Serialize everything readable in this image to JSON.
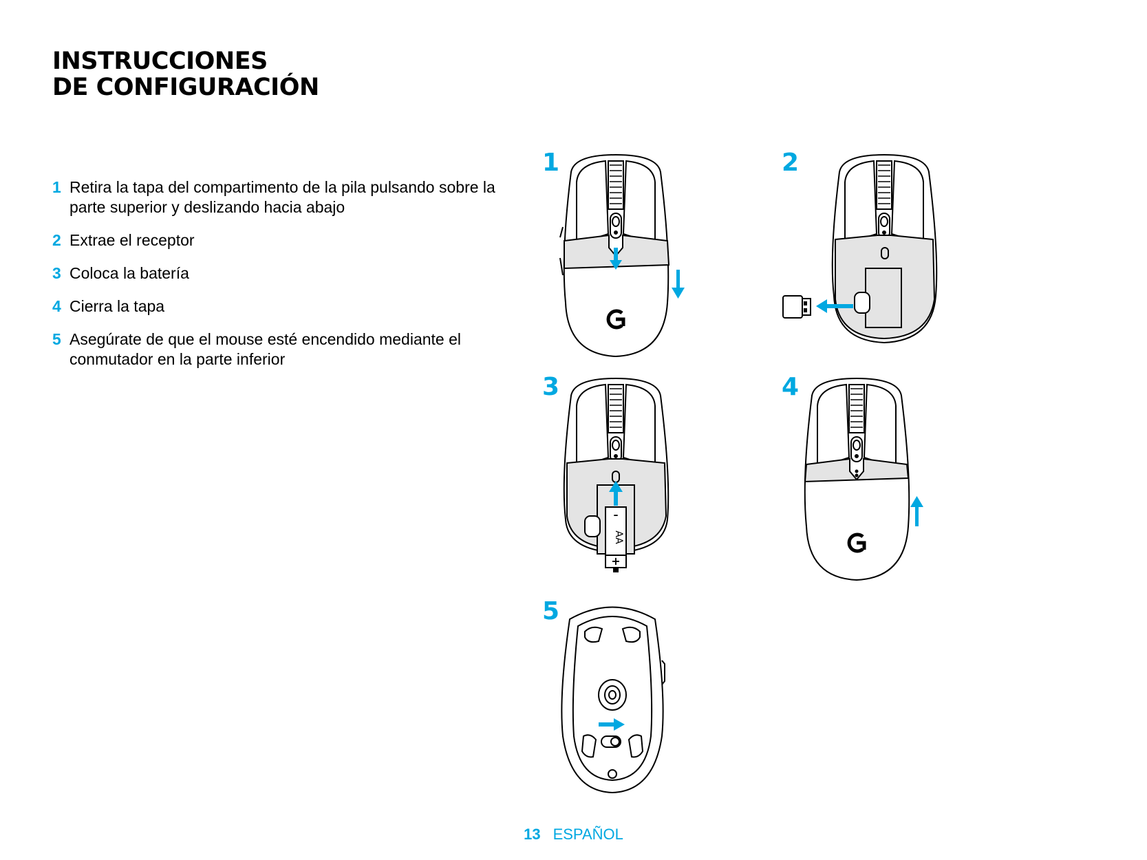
{
  "title": {
    "line1": "INSTRUCCIONES",
    "line2": "DE CONFIGURACIÓN"
  },
  "steps": [
    {
      "num": "1",
      "text": "Retira la tapa del compartimento de la pila pulsando sobre la parte superior y deslizando hacia abajo"
    },
    {
      "num": "2",
      "text": "Extrae el receptor"
    },
    {
      "num": "3",
      "text": "Coloca la batería"
    },
    {
      "num": "4",
      "text": "Cierra la tapa"
    },
    {
      "num": "5",
      "text": "Asegúrate de que el mouse esté encendido mediante el conmutador en la parte inferior"
    }
  ],
  "figures": {
    "1": "1",
    "2": "2",
    "3": "3",
    "4": "4",
    "5": "5",
    "battery_minus": "–",
    "battery_label": "AA",
    "battery_plus": "+"
  },
  "footer": {
    "page": "13",
    "language": "ESPAÑOL"
  },
  "colors": {
    "accent": "#00a8e1",
    "cover_gray": "#e4e4e4"
  },
  "icons": [
    "logitech-g-logo",
    "arrow-icon",
    "usb-receiver-icon",
    "aa-battery",
    "power-switch-icon"
  ]
}
